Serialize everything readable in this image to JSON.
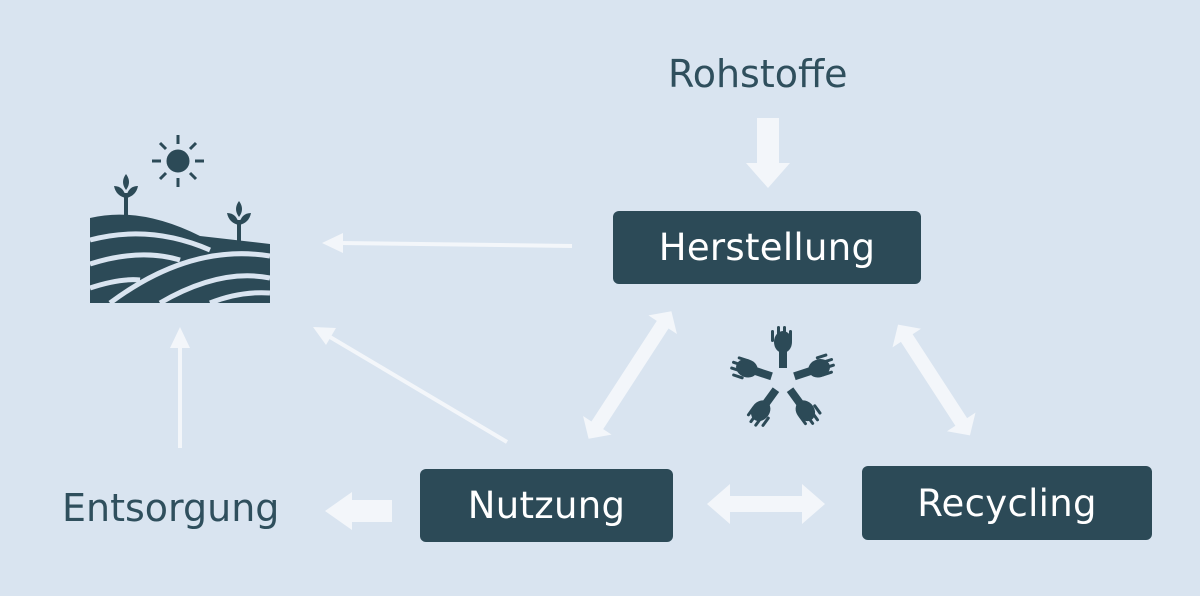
{
  "nodes": {
    "raw_materials": "Rohstoffe",
    "manufacturing": "Herstellung",
    "usage": "Nutzung",
    "recycling": "Recycling",
    "disposal": "Entsorgung"
  },
  "icons": {
    "landscape": "landscape-icon",
    "sun": "sun-icon",
    "hands": "hands-circle-icon"
  },
  "colors": {
    "background": "#d9e4f0",
    "box": "#2c4a57",
    "box_text": "#ffffff",
    "label_text": "#2f4f5d",
    "arrow": "#f3f6fa",
    "icon": "#2c4a57"
  }
}
